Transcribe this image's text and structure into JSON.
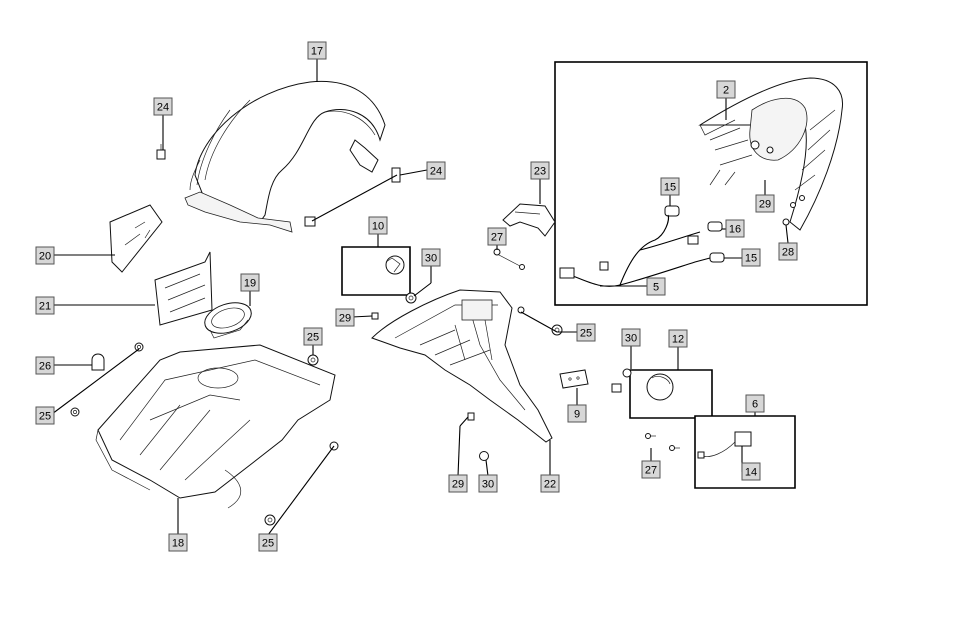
{
  "diagram": {
    "callouts": {
      "c17": "17",
      "c24a": "24",
      "c24b": "24",
      "c20": "20",
      "c21": "21",
      "c19": "19",
      "c10": "10",
      "c30a": "30",
      "c29a": "29",
      "c26": "26",
      "c25a": "25",
      "c25b": "25",
      "c18": "18",
      "c25c": "25",
      "c23": "23",
      "c27a": "27",
      "c2": "2",
      "c15a": "15",
      "c16": "16",
      "c15b": "15",
      "c29b": "29",
      "c28": "28",
      "c5": "5",
      "c25d": "25",
      "c30b": "30",
      "c12": "12",
      "c9": "9",
      "c29c": "29",
      "c30c": "30",
      "c22": "22",
      "c6": "6",
      "c27b": "27",
      "c14": "14"
    }
  }
}
